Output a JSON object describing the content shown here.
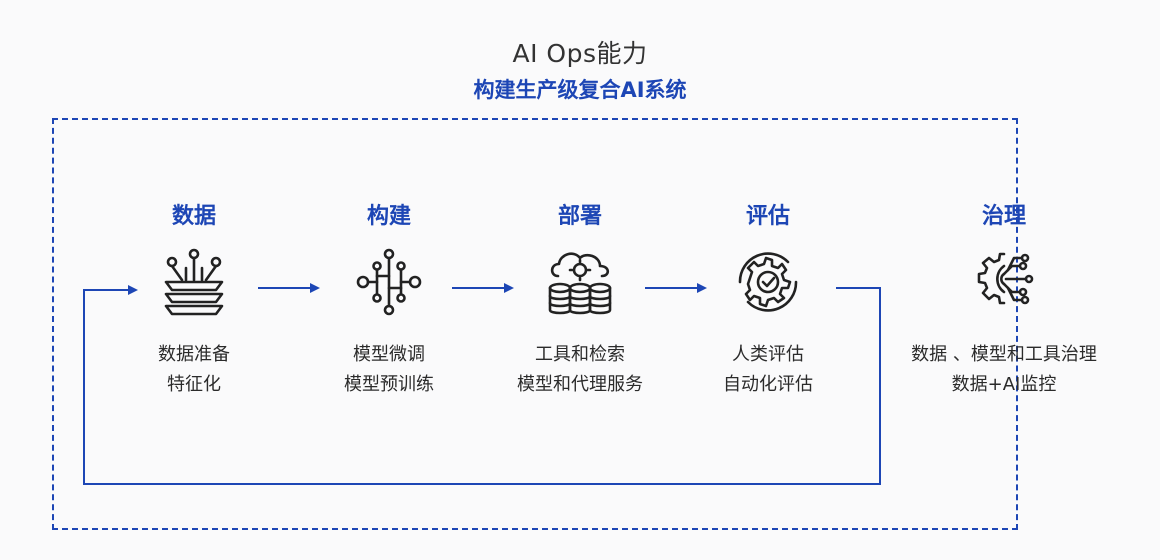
{
  "header": {
    "title": "AI Ops能力",
    "subtitle": "构建生产级复合AI系统"
  },
  "stages": [
    {
      "title": "数据",
      "icon": "data-layers-icon",
      "lines": [
        "数据准备",
        "特征化"
      ]
    },
    {
      "title": "构建",
      "icon": "neural-network-icon",
      "lines": [
        "模型微调",
        "模型预训练"
      ]
    },
    {
      "title": "部署",
      "icon": "cloud-database-icon",
      "lines": [
        "工具和检索",
        "模型和代理服务"
      ]
    },
    {
      "title": "评估",
      "icon": "gear-check-icon",
      "lines": [
        "人类评估",
        "自动化评估"
      ]
    },
    {
      "title": "治理",
      "icon": "gear-circuit-icon",
      "lines": [
        "数据 、模型和工具治理",
        "数据+AI监控"
      ]
    }
  ],
  "colors": {
    "accent": "#1d46b5",
    "text": "#2b2b2b",
    "icon": "#222222",
    "background": "#fafafb"
  }
}
